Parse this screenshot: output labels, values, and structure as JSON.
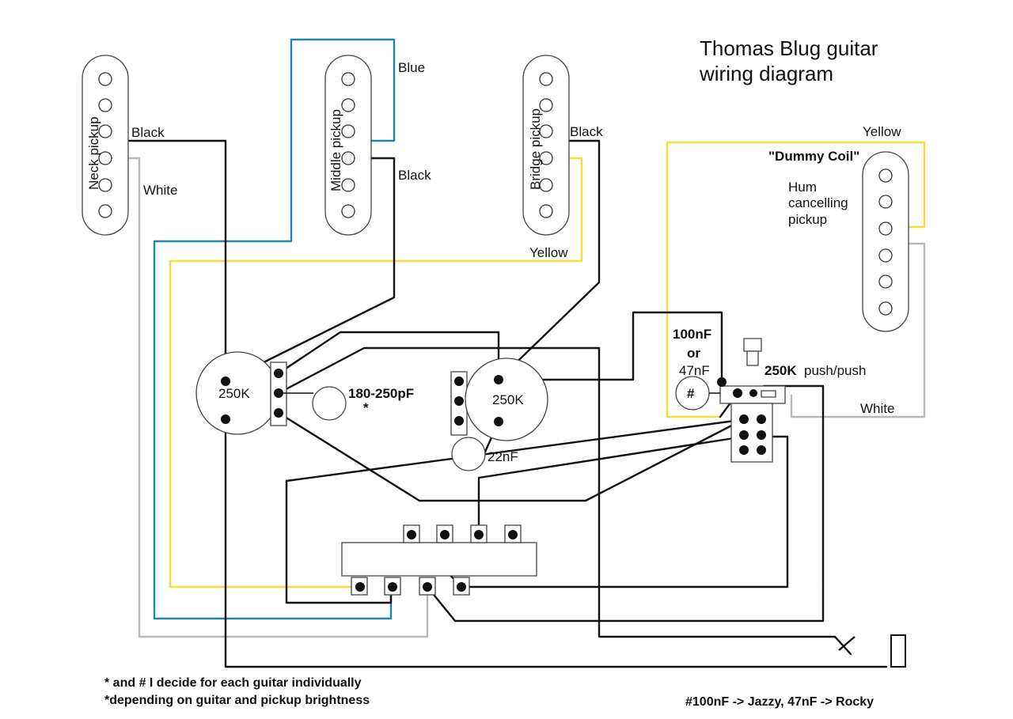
{
  "title": {
    "line1": "Thomas Blug guitar",
    "line2": "wiring diagram"
  },
  "pickups": {
    "neck": "Neck pickup",
    "middle": "Middle pickup",
    "bridge": "Bridge pickup",
    "dummy": "\"Dummy Coil\"",
    "dummy_desc": [
      "Hum",
      "cancelling",
      "pickup"
    ]
  },
  "wire_labels": {
    "neck_black": "Black",
    "neck_white": "White",
    "middle_blue": "Blue",
    "middle_black": "Black",
    "bridge_black": "Black",
    "bridge_yellow": "Yellow",
    "dummy_yellow": "Yellow",
    "dummy_white": "White"
  },
  "components": {
    "pot1": "250K",
    "pot2": "250K",
    "cap1": "180-250pF",
    "cap1_mark": "*",
    "cap2": "22nF",
    "cap_hash_value1": "100nF",
    "cap_hash_or": "or",
    "cap_hash_value2": "47nF",
    "cap_hash_mark": "#",
    "pushpot_value": "250K",
    "pushpot_desc": "push/push"
  },
  "notes": {
    "line1": "* and # I decide for each guitar individually",
    "line2": "*depending on guitar and pickup brightness",
    "legend": "#100nF -> Jazzy, 47nF -> Rocky"
  },
  "colors": {
    "black_wire": "#111111",
    "blue_wire": "#1e88a8",
    "yellow_wire": "#f2e03a",
    "white_wire": "#b8b8b8"
  }
}
